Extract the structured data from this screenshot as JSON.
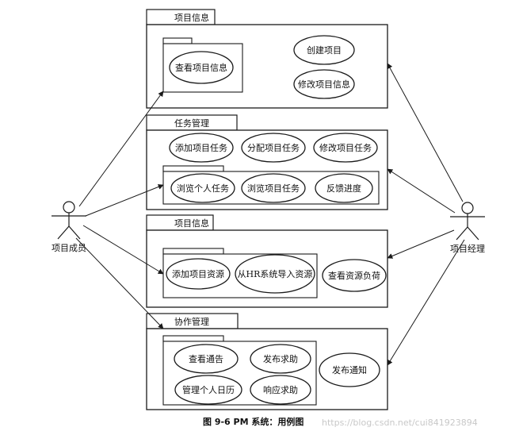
{
  "actors": {
    "member": {
      "label": "项目成员"
    },
    "manager": {
      "label": "项目经理"
    }
  },
  "packages": [
    {
      "label": "项目信息",
      "use_cases": [
        "查看项目信息",
        "创建项目",
        "修改项目信息"
      ]
    },
    {
      "label": "任务管理",
      "use_cases": [
        "添加项目任务",
        "分配项目任务",
        "修改项目任务",
        "浏览个人任务",
        "浏览项目任务",
        "反馈进度"
      ]
    },
    {
      "label": "项目信息",
      "use_cases": [
        "添加项目资源",
        "从HR系统导入资源",
        "查看资源负荷"
      ]
    },
    {
      "label": "协作管理",
      "use_cases": [
        "查看通告",
        "发布求助",
        "管理个人日历",
        "响应求助",
        "发布通知"
      ]
    }
  ],
  "caption": "图 9-6   PM 系统：用例图",
  "watermark": "https://blog.csdn.net/cui841923894"
}
